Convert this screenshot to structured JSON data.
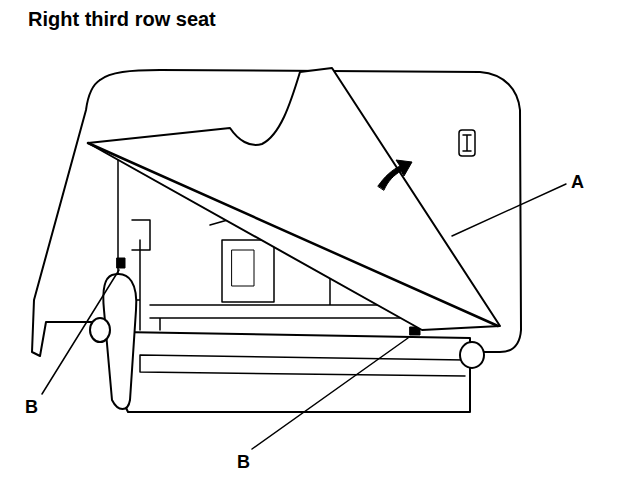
{
  "diagram": {
    "title": "Right third row seat",
    "labels": [
      "A",
      "B",
      "B"
    ]
  }
}
